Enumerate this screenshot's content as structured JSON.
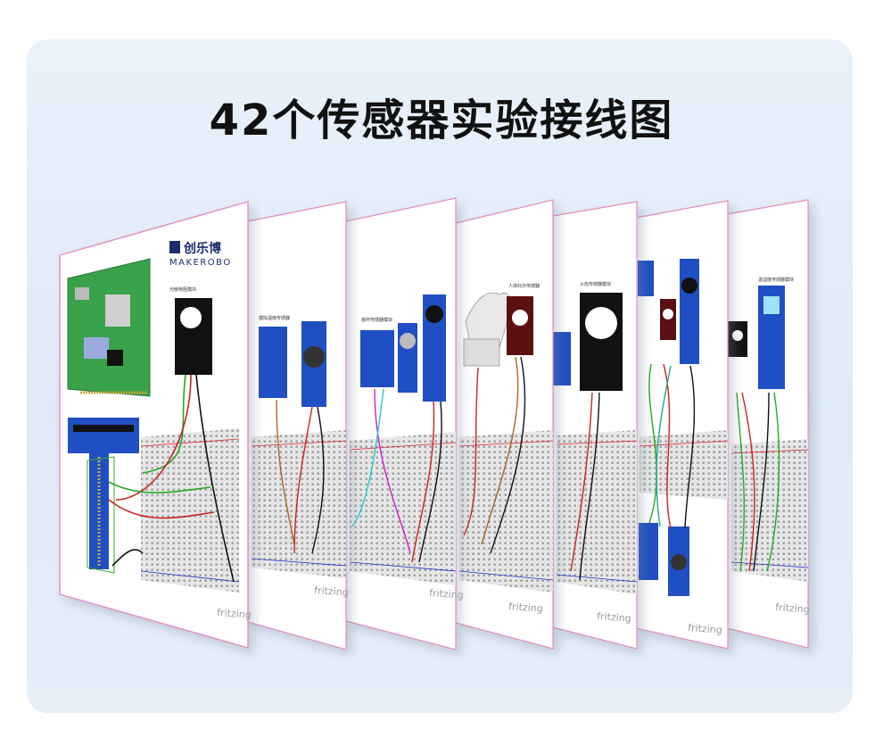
{
  "title": "42个传感器实验接线图",
  "brand": {
    "name": "创乐博",
    "sub": "MAKEROBO"
  },
  "watermark": "fritzing",
  "colors": {
    "panel": "#e4eef8",
    "page_border": "#e58bc3",
    "module_blue": "#1f4fc2",
    "pcb_green": "#3aa24a"
  }
}
